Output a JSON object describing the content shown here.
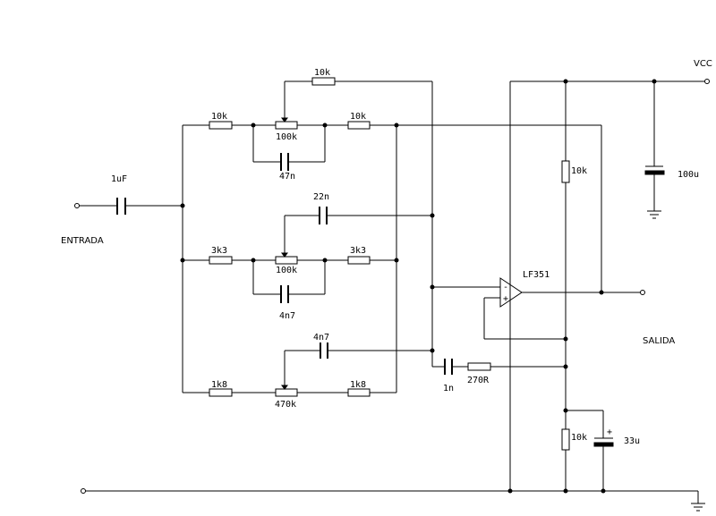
{
  "labels": {
    "input_cap": "1uF",
    "entrada": "ENTRADA",
    "r_top_feedback": "10k",
    "r_top_left": "10k",
    "r_top_right": "10k",
    "pot_top": "100k",
    "c_top": "47n",
    "c_mid_top": "22n",
    "r_mid_left": "3k3",
    "r_mid_right": "3k3",
    "pot_mid": "100k",
    "c_mid": "4n7",
    "c_bot_top": "4n7",
    "r_bot_left": "1k8",
    "r_bot_right": "1k8",
    "pot_bot": "470k",
    "c_coupling": "1n",
    "r_series": "270R",
    "opamp": "LF351",
    "vcc": "VCC",
    "r_bias_top": "10k",
    "c_supply": "100u",
    "r_bias_bottom": "10k",
    "c_bias": "33u",
    "salida": "SALIDA",
    "opamp_in_minus": "-",
    "opamp_in_plus": "+",
    "cap_plus": "+"
  }
}
